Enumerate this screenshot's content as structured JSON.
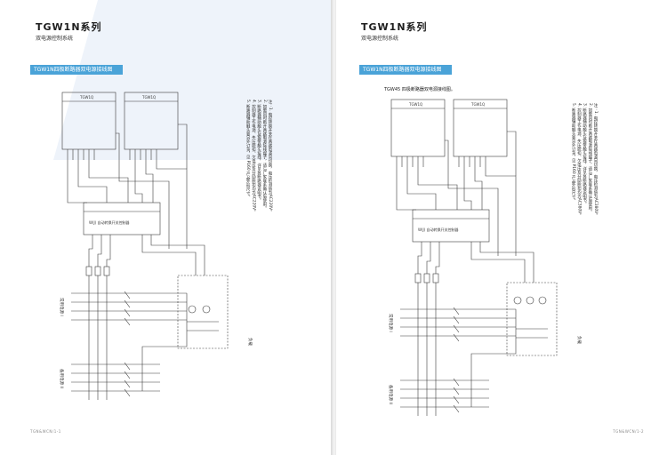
{
  "left_page": {
    "series_title": "TGW1N系列",
    "series_subtitle": "双电源控制系统",
    "section_title": "TGW1N四极断路器双电源接线图",
    "breaker_1_label": "TGW1Q",
    "breaker_2_label": "TGW1Q",
    "controller_label": "W(J) 自动转换开关控制器",
    "load_label": "负载",
    "source_1_label": "常用电源 I",
    "source_2_label": "备用电源 II",
    "notes": [
      "注：1. 电控转换开关在两路电源间切换，电压检测值为AC220V。",
      "2. 如需同时断开两路电源接线端子，请与厂家联系确认后使用。",
      "3. 断路器辅助触头及报警触头接线，详见各断路器说明书。",
      "4. 控制器工作电源、失压脱扣、欠电压及分励脱扣均为AC220V。",
      "5. 断路器辅助触头要另外订货，见 P160 产品外形尺寸。"
    ],
    "footer": "TGN&WCN/1-1"
  },
  "right_page": {
    "series_title": "TGW1N系列",
    "series_subtitle": "双电源控制系统",
    "section_title": "TGW1N四极断路器双电源接线图",
    "diagram_caption": "TGW45 四极断路器双电源接线图。",
    "breaker_1_label": "TGW1Q",
    "breaker_2_label": "TGW1Q",
    "controller_label": "W(J) 自动转换开关控制器",
    "load_label": "负载",
    "source_1_label": "常用电源 I",
    "source_2_label": "备用电源 II",
    "notes": [
      "注：1. 电控转换开关在两路电源间切换，电压检测值为AC380V。",
      "2. 如需同时断开两路电源接线端子，请与厂家联系确认后使用。",
      "3. 断路器辅助触头及报警触头接线，详见各断路器说明书。",
      "4. 控制器工作电源、失压脱扣、欠电压及分励脱扣均为AC380V。",
      "5. 断路器辅助触头要另外订货，见 P160 产品外形尺寸。"
    ],
    "footer": "TGN&WCN/1-2"
  },
  "colors": {
    "accent": "#4aa3d8",
    "deco_light": "#eef3fa",
    "line": "#3a3a3a"
  }
}
